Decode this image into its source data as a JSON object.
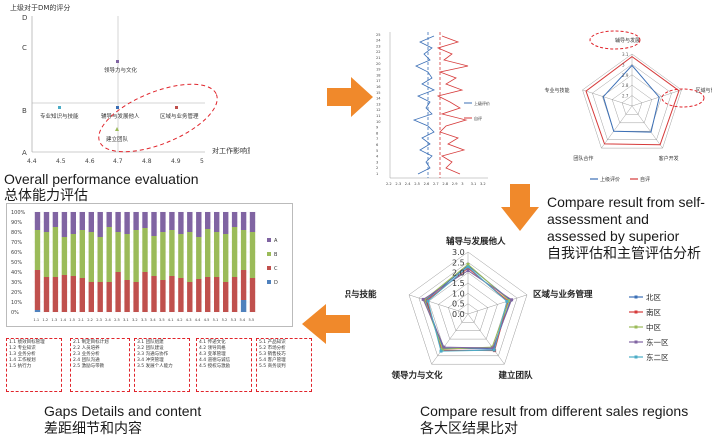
{
  "panel1": {
    "y_title": "上级对于DM的评分",
    "x_title": "对工作影响重要性",
    "y_ticks": [
      "A",
      "B",
      "C",
      "D"
    ],
    "x_ticks": [
      "4.4",
      "4.5",
      "4.6",
      "4.7",
      "4.8",
      "4.9",
      "5"
    ],
    "points": [
      {
        "label": "领导力与文化"
      },
      {
        "label": "专业知识与技能"
      },
      {
        "label": "辅导与发展他人"
      },
      {
        "label": "区域与业务管理"
      },
      {
        "label": "建立团队"
      }
    ]
  },
  "captions": {
    "overall_en": "Overall performance evaluation",
    "overall_zh": "总体能力评估",
    "self_en_1": "Compare result from self-",
    "self_en_2": "assessment and",
    "self_en_3": "assessed by superior",
    "self_zh": "自我评估和主管评估分析",
    "regions_en": "Compare result from different sales regions",
    "regions_zh": "各大区结果比对",
    "gaps_en": "Gaps Details and content",
    "gaps_zh": "差距细节和内容"
  },
  "panel2": {
    "y_ticks": [
      "1",
      "2",
      "3",
      "4",
      "5",
      "6",
      "7",
      "8",
      "9",
      "10",
      "11",
      "12",
      "13",
      "14",
      "15",
      "16",
      "17",
      "18",
      "19",
      "20",
      "21",
      "22",
      "23",
      "24",
      "25"
    ],
    "x_ticks": [
      "2.2",
      "2.3",
      "2.4",
      "2.5",
      "2.6",
      "2.7",
      "2.8",
      "2.9",
      "3",
      "3.1",
      "3.2"
    ],
    "legend": [
      "上级评价",
      "自评"
    ],
    "colors": {
      "superior": "#3b6fb6",
      "self": "#d63a3a"
    }
  },
  "panel3": {
    "axes": [
      "辅导与发展",
      "区域与管理",
      "客户开发",
      "团队合作",
      "专业与技能"
    ],
    "rings": [
      "3.1",
      "3",
      "2.9",
      "2.8",
      "2.7"
    ],
    "legend": [
      "上级评价",
      "自评"
    ]
  },
  "panel4": {
    "y_ticks": [
      "0%",
      "10%",
      "20%",
      "30%",
      "40%",
      "50%",
      "60%",
      "70%",
      "80%",
      "90%",
      "100%"
    ],
    "legend": [
      "A",
      "B",
      "C",
      "D"
    ],
    "colors": {
      "A": "#8064a2",
      "B": "#9bbb59",
      "C": "#c0504d",
      "D": "#4f81bd"
    },
    "x_labels": [
      "1.1",
      "1.2",
      "1.3",
      "1.4",
      "1.5",
      "2.1",
      "2.2",
      "2.3",
      "2.4",
      "2.5",
      "3.1",
      "3.2",
      "3.3",
      "3.4",
      "3.5",
      "4.1",
      "4.2",
      "4.3",
      "4.4",
      "4.5",
      "5.1",
      "5.2",
      "5.3",
      "5.4",
      "5.5"
    ]
  },
  "panel5": {
    "axes": [
      "辅导与发展他人",
      "区域与业务管理",
      "建立团队",
      "领导力与文化",
      "专业知识与技能"
    ],
    "rings": [
      "0.0",
      "0.5",
      "1.0",
      "1.5",
      "2.0",
      "2.5",
      "3.0"
    ],
    "legend": [
      "北区",
      "南区",
      "中区",
      "东一区",
      "东二区"
    ],
    "colors": [
      "#3b6fb6",
      "#d63a3a",
      "#9bbb59",
      "#8064a2",
      "#4bacc6"
    ]
  },
  "gaps": [
    [
      "1.1 绩效目标管理",
      "1.2 专业知识",
      "1.3 业务分析",
      "1.4 工作规划",
      "1.5 执行力"
    ],
    [
      "2.1 制定目标计划",
      "2.2 人员培养",
      "2.3 业务分析",
      "2.4 团队沟通",
      "2.5 激励与带教"
    ],
    [
      "3.1 团队组建",
      "3.2 团队建设",
      "3.3 沟通与协作",
      "3.4 冲突管理",
      "3.5 发展个人能力"
    ],
    [
      "4.1 传递文化",
      "4.2 领导风格",
      "4.3 变革管理",
      "4.4 道德与诚信",
      "4.5 授权与激励"
    ],
    [
      "5.1 产品知识",
      "5.2 市场分析",
      "5.3 销售技巧",
      "5.4 客户管理",
      "5.5 商务谈判"
    ]
  ]
}
